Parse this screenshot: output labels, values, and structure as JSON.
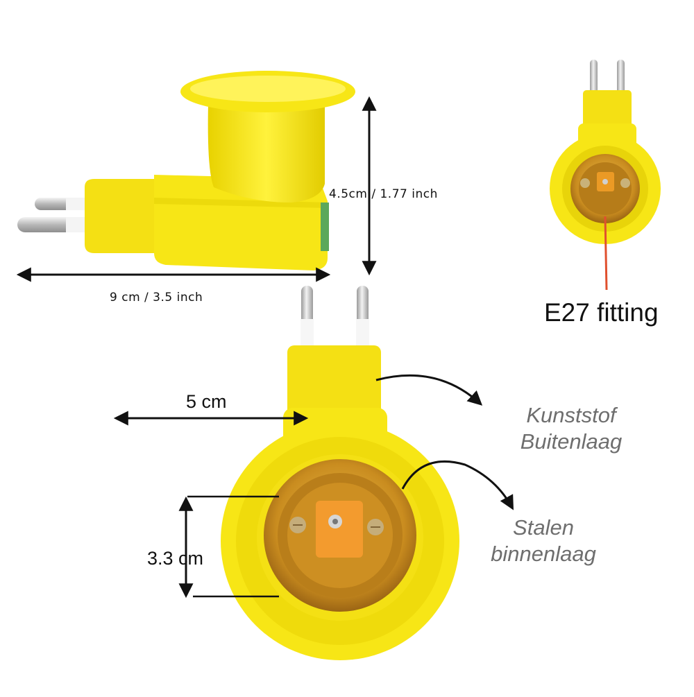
{
  "labels": {
    "height_dim": "4.5cm / 1.77 inch",
    "width_dim": "9 cm / 3.5 inch",
    "fitting": "E27 fitting",
    "face_width": "5 cm",
    "socket_depth": "3.3 cm",
    "outer_layer_line1": "Kunststof",
    "outer_layer_line2": "Buitenlaag",
    "inner_layer_line1": "Stalen",
    "inner_layer_line2": "binnenlaag"
  },
  "colors": {
    "plastic": "#f7e616",
    "plastic_shade": "#e2cf06",
    "plastic_light": "#fff35a",
    "brass": "#d59a2a",
    "brass_dark": "#9c6512",
    "pin": "#c9c9c9",
    "wire": "#e0502e",
    "arrow": "#111111",
    "note_text": "#6e6e6e"
  }
}
